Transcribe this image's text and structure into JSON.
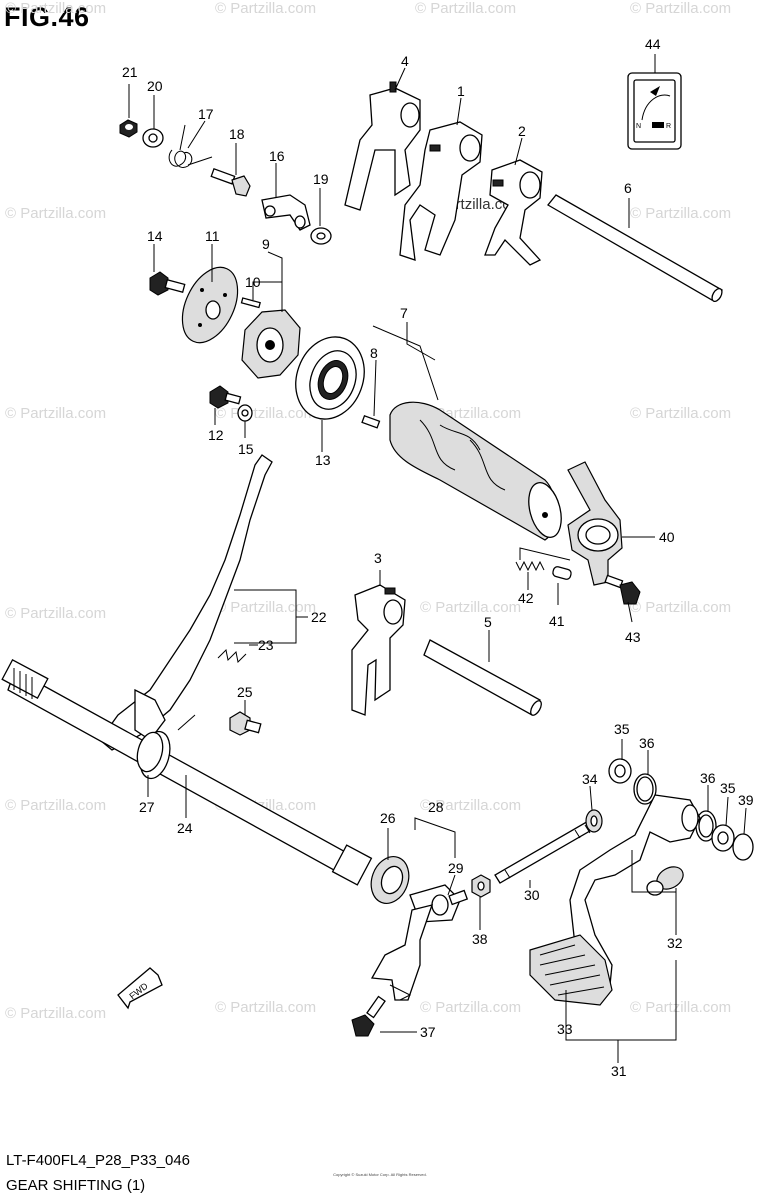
{
  "figure": {
    "title": "FIG.46",
    "model_code": "LT-F400FL4_P28_P33_046",
    "section_name": "GEAR SHIFTING (1)"
  },
  "watermark": {
    "text": "© Partzilla.com",
    "inline_text": "© Partzilla.com"
  },
  "fwd_label": "FWD",
  "fine_print": "Copyright © Suzuki Motor Corp. All Rights Reserved.",
  "sticker": {
    "n_label": "N",
    "r_label": "R"
  },
  "callouts": {
    "c1": "1",
    "c2": "2",
    "c3": "3",
    "c4": "4",
    "c5": "5",
    "c6": "6",
    "c7": "7",
    "c8": "8",
    "c9": "9",
    "c10": "10",
    "c11": "11",
    "c12": "12",
    "c13": "13",
    "c14": "14",
    "c15": "15",
    "c16": "16",
    "c17": "17",
    "c18": "18",
    "c19": "19",
    "c20": "20",
    "c21": "21",
    "c22": "22",
    "c23": "23",
    "c24": "24",
    "c25": "25",
    "c26": "26",
    "c27": "27",
    "c28": "28",
    "c29": "29",
    "c30": "30",
    "c31": "31",
    "c32": "32",
    "c33": "33",
    "c34": "34",
    "c35a": "35",
    "c35b": "35",
    "c36a": "36",
    "c36b": "36",
    "c37": "37",
    "c38": "38",
    "c39": "39",
    "c40": "40",
    "c41": "41",
    "c42": "42",
    "c43": "43",
    "c44": "44"
  }
}
